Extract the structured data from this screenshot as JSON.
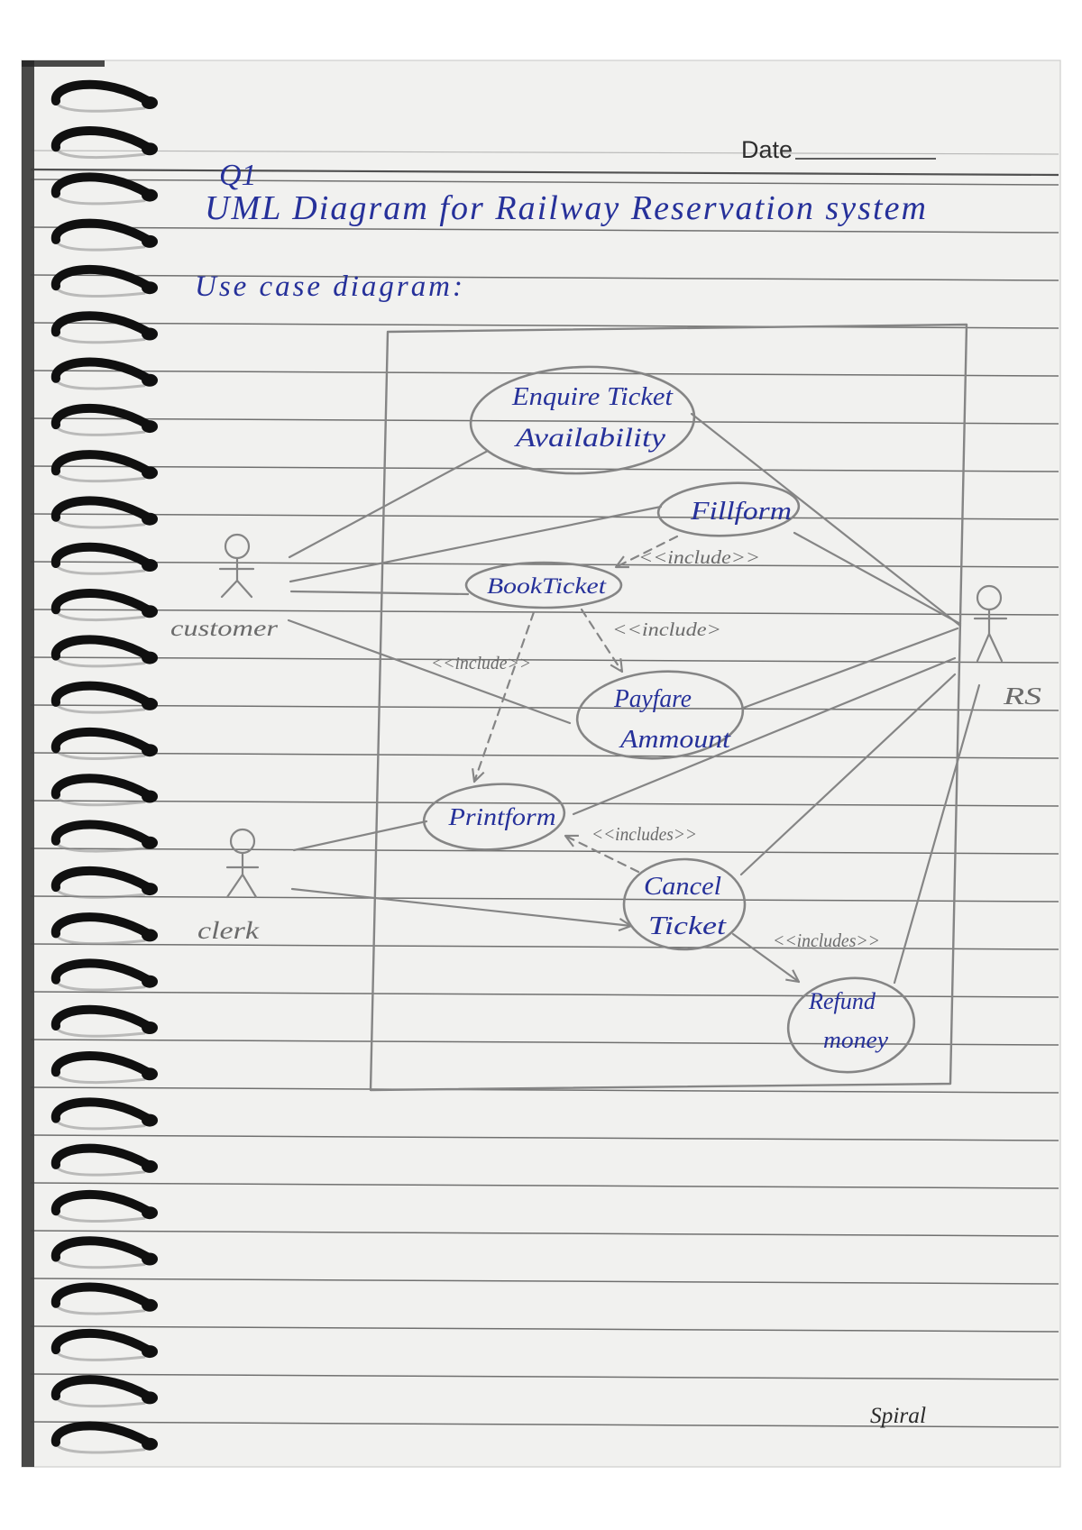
{
  "header": {
    "question_label": "Q1",
    "date_label": "Date",
    "title": "UML Diagram for Railway Reservation system",
    "subtitle": "Use case diagram:"
  },
  "diagram": {
    "actors": {
      "customer": "customer",
      "clerk": "clerk",
      "rs": "RS"
    },
    "use_cases": {
      "enquire_ticket_availability": [
        "Enquire Ticket",
        "Availability"
      ],
      "fill_form": "Fillform",
      "book_ticket": "BookTicket",
      "pay_fare_amount": [
        "Payfare",
        "Ammount"
      ],
      "print_form": "Printform",
      "cancel_ticket": [
        "Cancel",
        "Ticket"
      ],
      "refund_money": [
        "Refund",
        "money"
      ]
    },
    "relationship_labels": {
      "fill_form_to_book_ticket": "<<include>>",
      "book_ticket_to_pay_fare": "<<include>",
      "book_ticket_to_print_form": "<<include>>",
      "cancel_ticket_to_print_form": "<<includes>>",
      "cancel_ticket_to_refund_money": "<<includes>>"
    }
  },
  "footer": {
    "brand": "Spiral"
  },
  "colors": {
    "ink_blue": "#26319a",
    "pencil": "#858585",
    "pencil_text": "#6b6b6b",
    "ruling": "#3f3f3f",
    "paper": "#f1f1ef",
    "binding": "#101010"
  }
}
